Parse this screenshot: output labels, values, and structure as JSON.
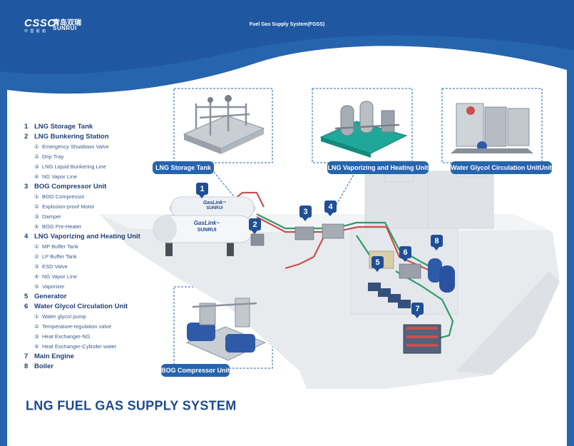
{
  "header": {
    "logo_cssc": "CSSC",
    "logo_cn": "青岛双瑞",
    "logo_en": "SUNRUI",
    "logo_sub": "中 国 船 舶",
    "title": "Fuel Gas Supply System(FGSS)"
  },
  "legend": [
    {
      "num": "1",
      "label": "LNG Storage Tank",
      "sub": []
    },
    {
      "num": "2",
      "label": "LNG Bunkering Station",
      "sub": [
        {
          "num": "①",
          "label": "Emergency Shutdown Valve"
        },
        {
          "num": "②",
          "label": "Drip Tray"
        },
        {
          "num": "③",
          "label": "LNG Liquid Bunkering Line"
        },
        {
          "num": "④",
          "label": "NG Vapor Line"
        }
      ]
    },
    {
      "num": "3",
      "label": "BOG Compressor Unit",
      "sub": [
        {
          "num": "①",
          "label": "BOG Compressor"
        },
        {
          "num": "②",
          "label": "Explosion-proof Motor"
        },
        {
          "num": "③",
          "label": "Damper"
        },
        {
          "num": "④",
          "label": "BOG Pre-Heater"
        }
      ]
    },
    {
      "num": "4",
      "label": "LNG Vaporizing and Heating Unit",
      "sub": [
        {
          "num": "①",
          "label": "MP Buffer Tank"
        },
        {
          "num": "②",
          "label": "LP Buffer Tank"
        },
        {
          "num": "③",
          "label": "ESD Valve"
        },
        {
          "num": "④",
          "label": "NG Vapor Line"
        },
        {
          "num": "⑤",
          "label": "Vaporizer"
        }
      ]
    },
    {
      "num": "5",
      "label": "Generator",
      "sub": []
    },
    {
      "num": "6",
      "label": "Water Glycol Circulation Unit",
      "sub": [
        {
          "num": "①",
          "label": "Water glycol pump"
        },
        {
          "num": "②",
          "label": "Temperature-regulation valve"
        },
        {
          "num": "③",
          "label": "Heat Exchanger-NG"
        },
        {
          "num": "④",
          "label": "Heat Exchanger-Cylinder water"
        }
      ]
    },
    {
      "num": "7",
      "label": "Main Engine",
      "sub": []
    },
    {
      "num": "8",
      "label": "Boiler",
      "sub": []
    }
  ],
  "callouts": {
    "storage_tank": "LNG Storage Tank",
    "vaporizing": "LNG Vaporizing and Heating Unit",
    "glycol": "Water Glycol Circulation UnitUnit",
    "bog": "BOG Compressor Unit"
  },
  "pins": [
    "1",
    "2",
    "3",
    "4",
    "5",
    "6",
    "7",
    "8"
  ],
  "tank_brand": {
    "name": "GasLink",
    "tm": "™",
    "maker": "SUNRUI"
  },
  "main_title": "LNG FUEL GAS SUPPLY SYSTEM",
  "colors": {
    "blue": "#2664ad",
    "navy": "#1f3f74",
    "pin": "#1f4f95",
    "pipe_green": "#2f9a6a",
    "pipe_red": "#c85050"
  }
}
